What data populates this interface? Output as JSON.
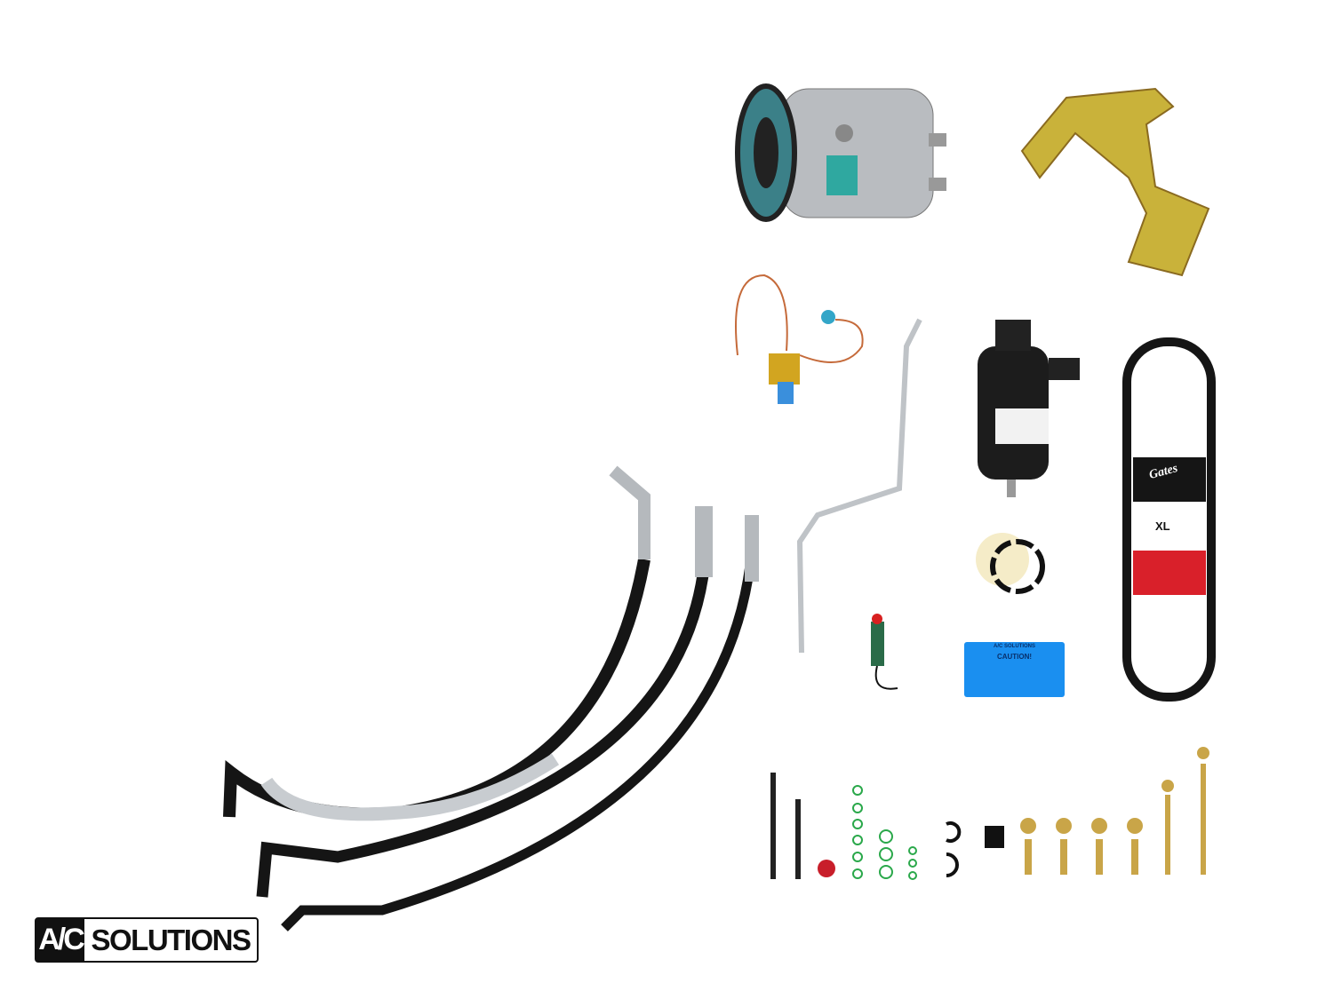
{
  "brand": {
    "logo_mark": "A/C",
    "logo_word": "SOLUTIONS"
  },
  "caution_label": {
    "header": "A/C SOLUTIONS",
    "title": "CAUTION!",
    "color": "#1a8ff0"
  },
  "belt": {
    "brand": "Gates",
    "size": "XL"
  },
  "parts": [
    "compressor",
    "mounting-bracket",
    "expansion-valve",
    "liquid-line",
    "receiver-drier",
    "drive-belt",
    "binary-switch",
    "insulation-tape",
    "caution-label",
    "discharge-hose",
    "suction-hose",
    "liquid-hose",
    "hardware-kit"
  ]
}
